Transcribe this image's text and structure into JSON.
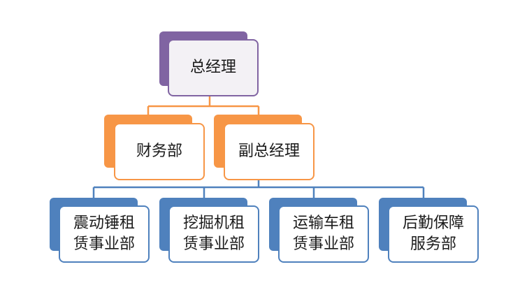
{
  "colors": {
    "level0": "#8064a2",
    "level1": "#f79646",
    "level2": "#4f81bd"
  },
  "root": {
    "label": "总经理"
  },
  "level1": [
    {
      "label": "财务部"
    },
    {
      "label": "副总经理"
    }
  ],
  "level2": [
    {
      "label": "震动锤租\n赁事业部"
    },
    {
      "label": "挖掘机租\n赁事业部"
    },
    {
      "label": "运输车租\n赁事业部"
    },
    {
      "label": "后勤保障\n服务部"
    }
  ]
}
